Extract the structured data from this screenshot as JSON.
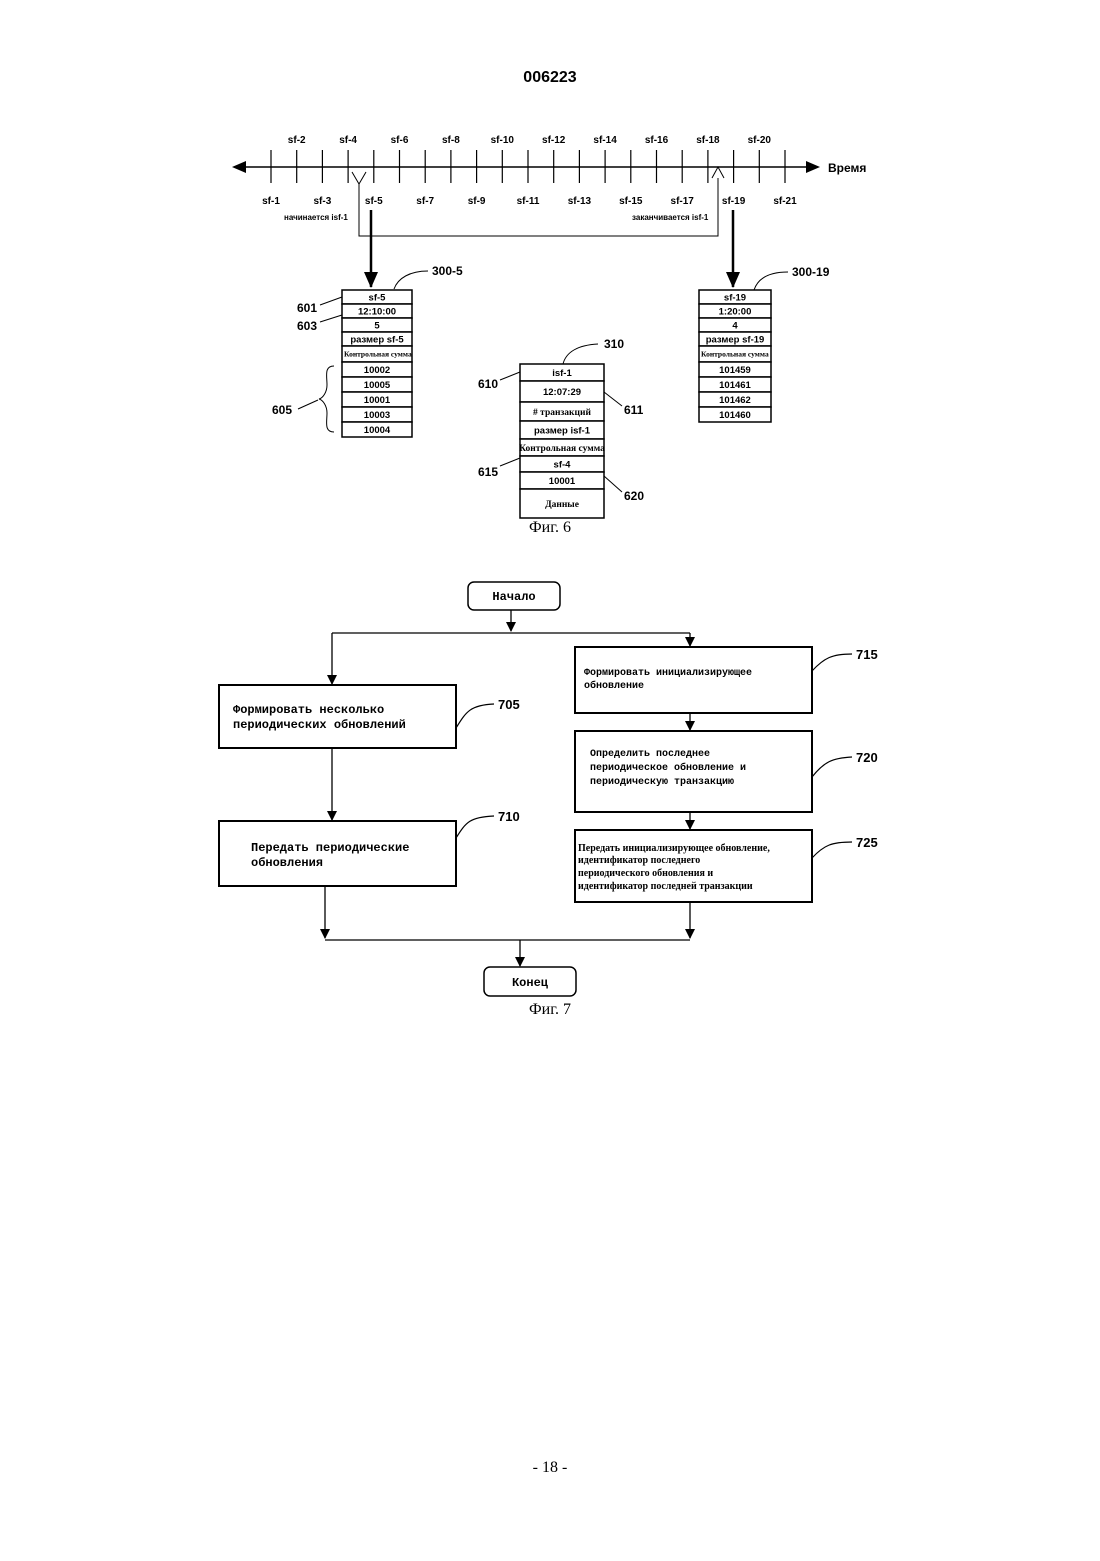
{
  "header": {
    "doc_number": "006223"
  },
  "footer": {
    "page_number": "- 18 -"
  },
  "fig6": {
    "caption": "Фиг. 6",
    "axis_label": "Время",
    "top_ticks": [
      "sf-2",
      "sf-4",
      "sf-6",
      "sf-8",
      "sf-10",
      "sf-12",
      "sf-14",
      "sf-16",
      "sf-18",
      "sf-20"
    ],
    "bottom_ticks": [
      "sf-1",
      "sf-3",
      "sf-5",
      "sf-7",
      "sf-9",
      "sf-11",
      "sf-13",
      "sf-15",
      "sf-17",
      "sf-19",
      "sf-21"
    ],
    "start_label": "начинается  isf-1",
    "end_label": "заканчивается  isf-1",
    "record_sf5": {
      "ref": "300-5",
      "rows": [
        "sf-5",
        "12:10:00",
        "5",
        "размер sf-5",
        "Контрольная сумма"
      ],
      "ids": [
        "10002",
        "10005",
        "10001",
        "10003",
        "10004"
      ],
      "callouts": [
        "601",
        "603",
        "605"
      ]
    },
    "record_isf1": {
      "ref": "310",
      "rows": [
        "isf-1",
        "12:07:29",
        "#  транзакций",
        "размер  isf-1",
        "Контрольная сумма",
        "sf-4",
        "10001",
        "Данные"
      ],
      "callouts": [
        "610",
        "611",
        "615",
        "620"
      ]
    },
    "record_sf19": {
      "ref": "300-19",
      "rows": [
        "sf-19",
        "1:20:00",
        "4",
        "размер sf-19",
        "Контрольная сумма"
      ],
      "ids": [
        "101459",
        "101461",
        "101462",
        "101460"
      ]
    }
  },
  "fig7": {
    "caption": "Фиг. 7",
    "start": "Начало",
    "end": "Конец",
    "steps": [
      {
        "ref": "705",
        "lines": [
          "Формировать несколько",
          "периодических обновлений"
        ]
      },
      {
        "ref": "710",
        "lines": [
          "Передать периодические",
          "обновления"
        ]
      },
      {
        "ref": "715",
        "lines": [
          "Формировать инициализирующее",
          "обновление"
        ]
      },
      {
        "ref": "720",
        "lines": [
          "Определить последнее",
          "периодическое обновление и",
          "периодическую транзакцию"
        ]
      },
      {
        "ref": "725",
        "lines": [
          "Передать инициализирующее обновление,",
          "идентификатор последнего",
          "периодического обновления и",
          "идентификатор  последней транзакции"
        ]
      }
    ]
  }
}
